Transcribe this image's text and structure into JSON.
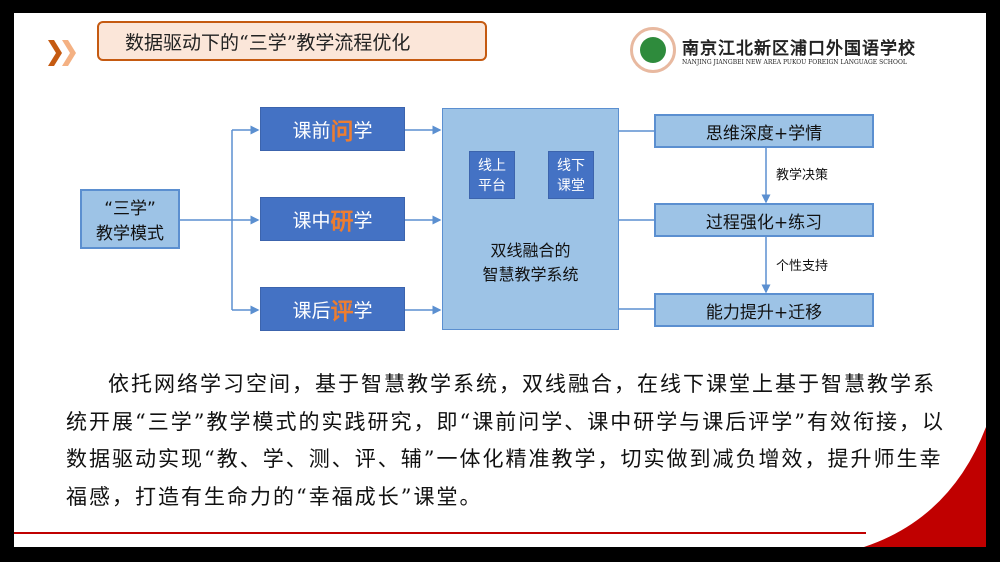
{
  "header": {
    "title": "数据驱动下的“三学”教学流程优化",
    "logo_cn": "南京江北新区浦口外国语学校",
    "logo_en": "NANJING JIANGBEI NEW AREA PUKOU FOREIGN LANGUAGE SCHOOL"
  },
  "diagram": {
    "mode": [
      "“三学”",
      "教学模式"
    ],
    "stages": [
      {
        "pre": "课前",
        "key": "问",
        "post": "学"
      },
      {
        "pre": "课中",
        "key": "研",
        "post": "学"
      },
      {
        "pre": "课后",
        "key": "评",
        "post": "学"
      }
    ],
    "system": {
      "online": [
        "线上",
        "平台"
      ],
      "offline": [
        "线下",
        "课堂"
      ],
      "name": [
        "双线融合的",
        "智慧教学系统"
      ]
    },
    "outcomes": [
      "思维深度+学情",
      "过程强化+练习",
      "能力提升+迁移"
    ],
    "links": [
      "教学决策",
      "个性支持"
    ]
  },
  "paragraph": "依托网络学习空间，基于智慧教学系统，双线融合，在线下课堂上基于智慧教学系统开展“三学”教学模式的实践研究，即“课前问学、课中研学与课后评学”有效衔接，以数据驱动实现“教、学、测、评、辅”一体化精准教学，切实做到减负增效，提升师生幸福感，打造有生命力的“幸福成长”课堂。",
  "colors": {
    "accent": "#c55a11",
    "box_dark": "#4472c4",
    "box_light": "#9dc3e6",
    "highlight": "#ed7d31",
    "red": "#c00000"
  }
}
